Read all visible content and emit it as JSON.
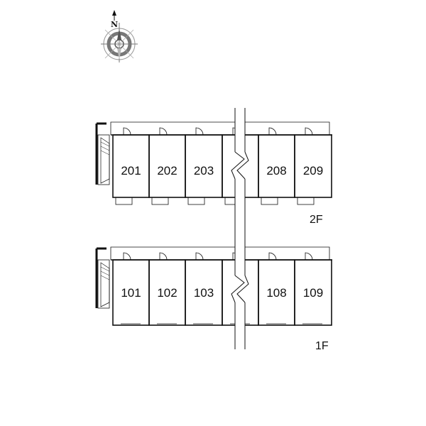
{
  "compass": {
    "north_label": "N",
    "icon": "compass-rose-icon"
  },
  "floors": [
    {
      "id": "2F",
      "floor_label": "2F",
      "units": [
        "201",
        "202",
        "203",
        "",
        "208",
        "209"
      ]
    },
    {
      "id": "1F",
      "floor_label": "1F",
      "units": [
        "101",
        "102",
        "103",
        "",
        "108",
        "109"
      ]
    }
  ],
  "colors": {
    "line": "#111111",
    "background": "#ffffff"
  }
}
